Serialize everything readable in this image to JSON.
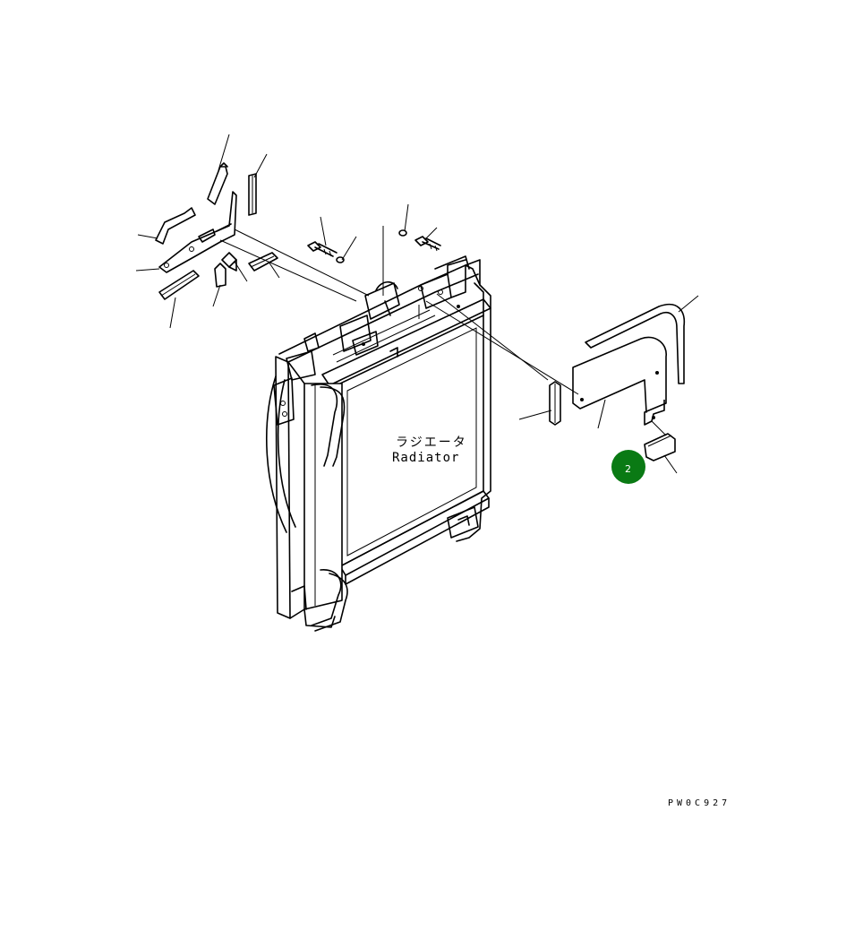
{
  "labels": {
    "part_jp": "ラジエータ",
    "part_en": "Radiator"
  },
  "callout": {
    "number": "2",
    "color": "#0a7a14"
  },
  "drawing_number": "PW0C927"
}
